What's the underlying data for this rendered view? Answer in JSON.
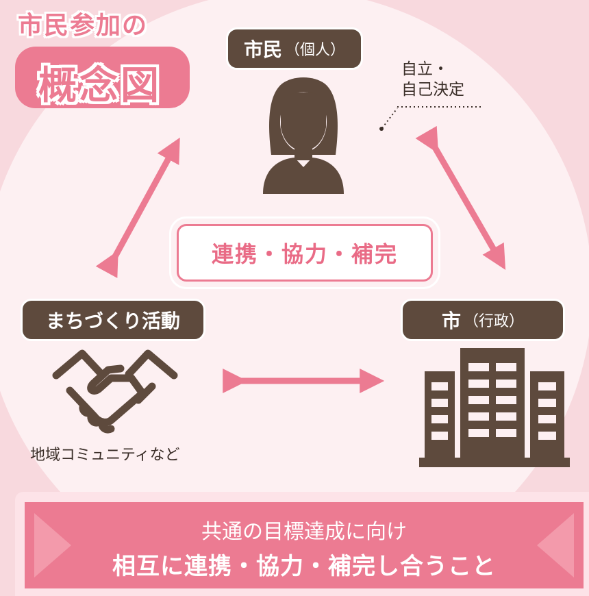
{
  "title": {
    "line1": "市民参加の",
    "line2": "概念図"
  },
  "nodes": {
    "citizen": {
      "label": "市民",
      "sub": "（個人）",
      "note_line1": "自立・",
      "note_line2": "自己決定"
    },
    "community": {
      "label": "まちづくり活動",
      "note": "地域コミュニティなど"
    },
    "city": {
      "label": "市",
      "sub": "（行政）"
    }
  },
  "center_label": "連携・協力・補完",
  "banner": {
    "line1": "共通の目標達成に向け",
    "line2": "相互に連携・協力・補完し合うこと"
  },
  "colors": {
    "accent_pink": "#ec7b92",
    "dark_brown": "#5e4a3d",
    "bg_light": "#fdf0f2",
    "bg_pink": "#f8d9de"
  },
  "icons": {
    "citizen": "person-icon",
    "community": "handshake-icon",
    "city": "building-icon"
  }
}
